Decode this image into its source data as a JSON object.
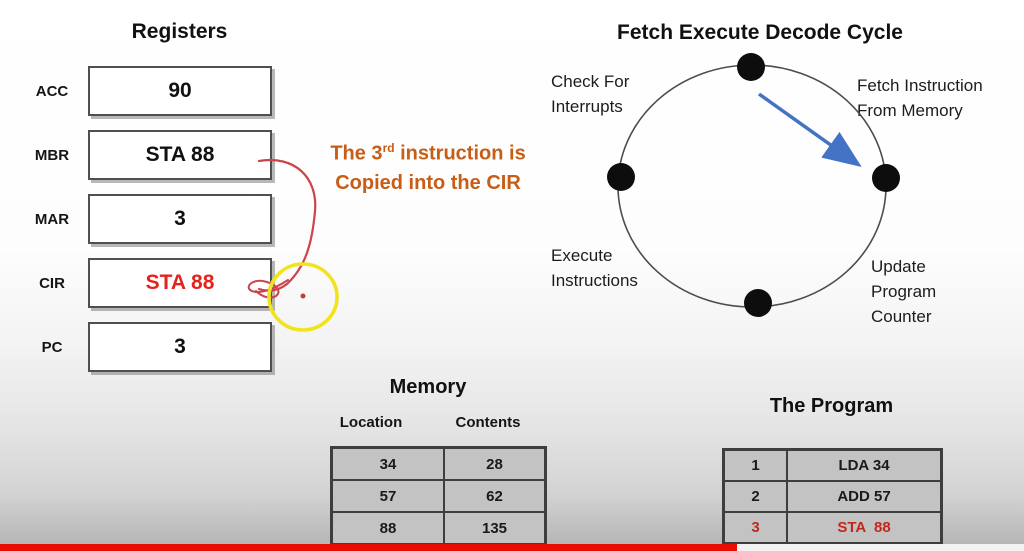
{
  "registers": {
    "title": "Registers",
    "items": [
      {
        "name": "ACC",
        "value": "90"
      },
      {
        "name": "MBR",
        "value": "STA 88"
      },
      {
        "name": "MAR",
        "value": "3"
      },
      {
        "name": "CIR",
        "value": "STA 88"
      },
      {
        "name": "PC",
        "value": "3"
      }
    ]
  },
  "annotation": {
    "line1_prefix": "The 3",
    "line1_sup": "rd",
    "line1_suffix": " instruction is",
    "line2": "Copied into the CIR"
  },
  "cycle": {
    "title": "Fetch Execute Decode Cycle",
    "labels": [
      {
        "lines": [
          "Check For",
          "Interrupts"
        ]
      },
      {
        "lines": [
          "Fetch Instruction",
          "From Memory"
        ]
      },
      {
        "lines": [
          "Execute",
          "Instructions"
        ]
      },
      {
        "lines": [
          "Update",
          "Program",
          "Counter"
        ]
      }
    ]
  },
  "memory": {
    "title": "Memory",
    "headers": [
      "Location",
      "Contents"
    ],
    "rows": [
      [
        "34",
        "28"
      ],
      [
        "57",
        "62"
      ],
      [
        "88",
        "135"
      ]
    ]
  },
  "program": {
    "title": "The Program",
    "rows": [
      {
        "num": "1",
        "instr": "LDA 34"
      },
      {
        "num": "2",
        "instr": "ADD 57"
      },
      {
        "num": "3",
        "instr": "STA  88"
      }
    ]
  },
  "player": {
    "progress_percent": 72
  },
  "colors": {
    "accent-orange": "#c85d15",
    "highlight-red": "#e3241d",
    "program-red": "#c4261c",
    "arrow-blue": "#4472c4",
    "circle-yellow": "#f1e41f",
    "pen-red": "#cc4449",
    "progress-red": "#ea0c00"
  }
}
